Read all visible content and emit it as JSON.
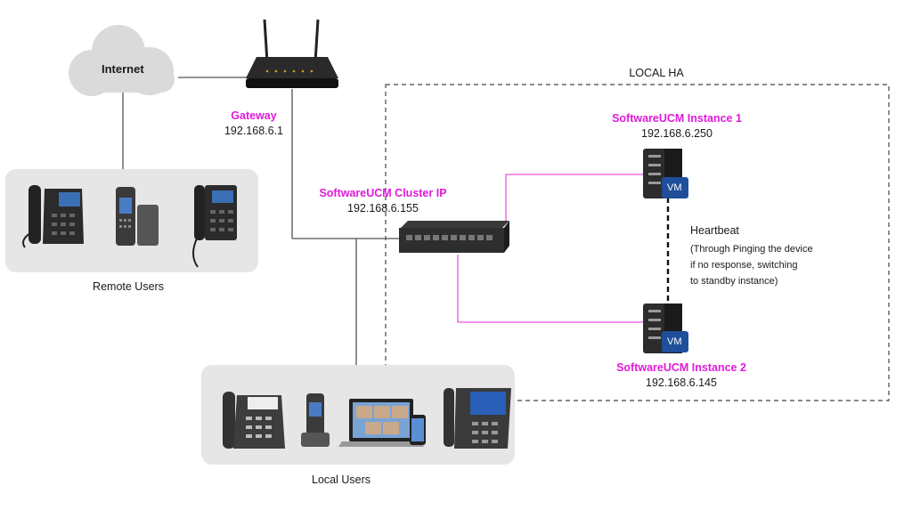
{
  "internet": {
    "label": "Internet"
  },
  "gateway": {
    "name": "Gateway",
    "ip": "192.168.6.1"
  },
  "cluster": {
    "name": "SoftwareUCM Cluster IP",
    "ip": "192.168.6.155"
  },
  "local_ha": {
    "label": "LOCAL HA"
  },
  "instance1": {
    "name": "SoftwareUCM Instance 1",
    "ip": "192.168.6.250",
    "vm": "VM"
  },
  "instance2": {
    "name": "SoftwareUCM Instance 2",
    "ip": "192.168.6.145",
    "vm": "VM"
  },
  "heartbeat": {
    "title": "Heartbeat",
    "line1": "(Through Pinging the device",
    "line2": "if no response, switching",
    "line3": "to standby instance)"
  },
  "groups": {
    "remote": "Remote Users",
    "local": "Local Users"
  },
  "colors": {
    "accent": "#e11ad8",
    "line": "#555555",
    "panel": "#e6e6e6",
    "vm_badge": "#1f4e9a"
  }
}
